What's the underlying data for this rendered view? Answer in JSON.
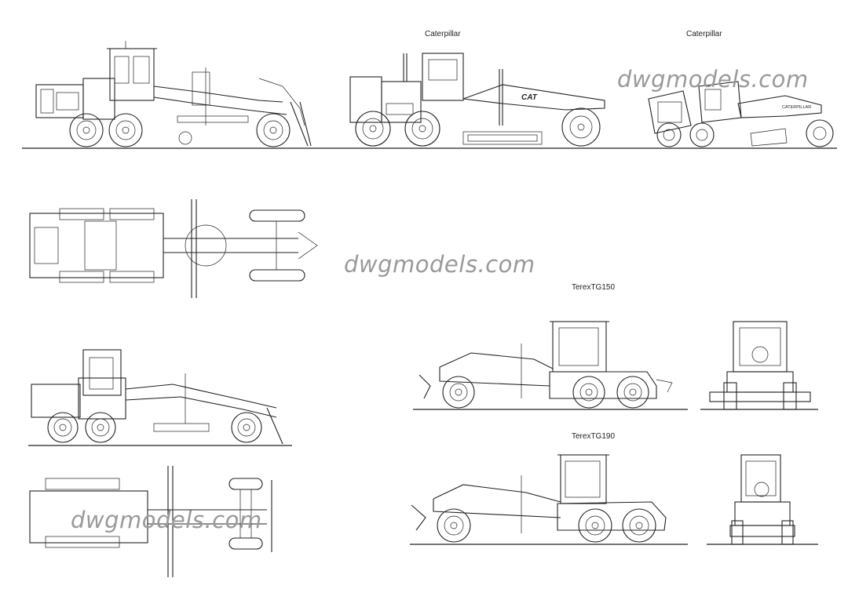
{
  "labels": {
    "cat_side": "Caterpillar",
    "cat_iso": "Caterpillar",
    "terex150": "TerexTG150",
    "terex190": "TerexTG190"
  },
  "watermarks": {
    "top_right": "dwgmodels.com",
    "center": "dwgmodels.com",
    "bottom_left": "dwgmodels.com"
  },
  "decals": {
    "cat_logo": "CAT",
    "cat_brand": "CATERPILLAR"
  },
  "icons": [
    "motor-grader-side-view",
    "motor-grader-top-view",
    "motor-grader-front-view"
  ]
}
